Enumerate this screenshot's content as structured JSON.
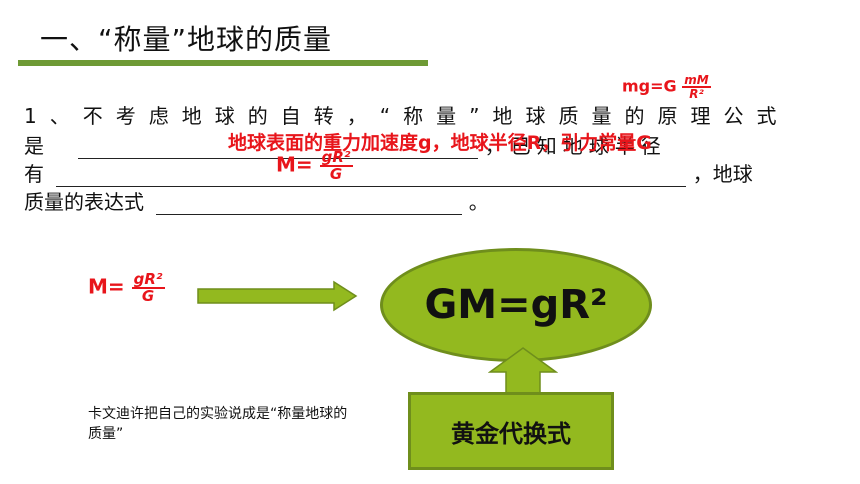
{
  "heading": {
    "title": "一、“称量”地球的质量"
  },
  "question": {
    "line1": "1、不考虑地球的自转，“称量”地球质量的原理公式",
    "line2_prefix": "是",
    "line2_suffix": "，已知地球半径",
    "line3_prefix": "有",
    "line3_suffix": "，地球",
    "line4_prefix": "质量的表达式",
    "line4_suffix": "。"
  },
  "answers": {
    "mg_label": "mg=G",
    "mg_num": "mM",
    "mg_den": "R²",
    "known": "地球表面的重力加速度g，地球半径R，引力常量G",
    "m_label": "M=",
    "m_num": "gR²",
    "m_den": "G"
  },
  "diagram": {
    "left_label": "M=",
    "left_num": "gR²",
    "left_den": "G",
    "ellipse_text": "GM=gR²",
    "box_text": "黄金代换式"
  },
  "note": {
    "text": "卡文迪许把自己的实验说成是“称量地球的质量”"
  },
  "colors": {
    "accent_green": "#93b91f",
    "rule_green": "#6e9a35",
    "answer_red": "#e8151b"
  }
}
